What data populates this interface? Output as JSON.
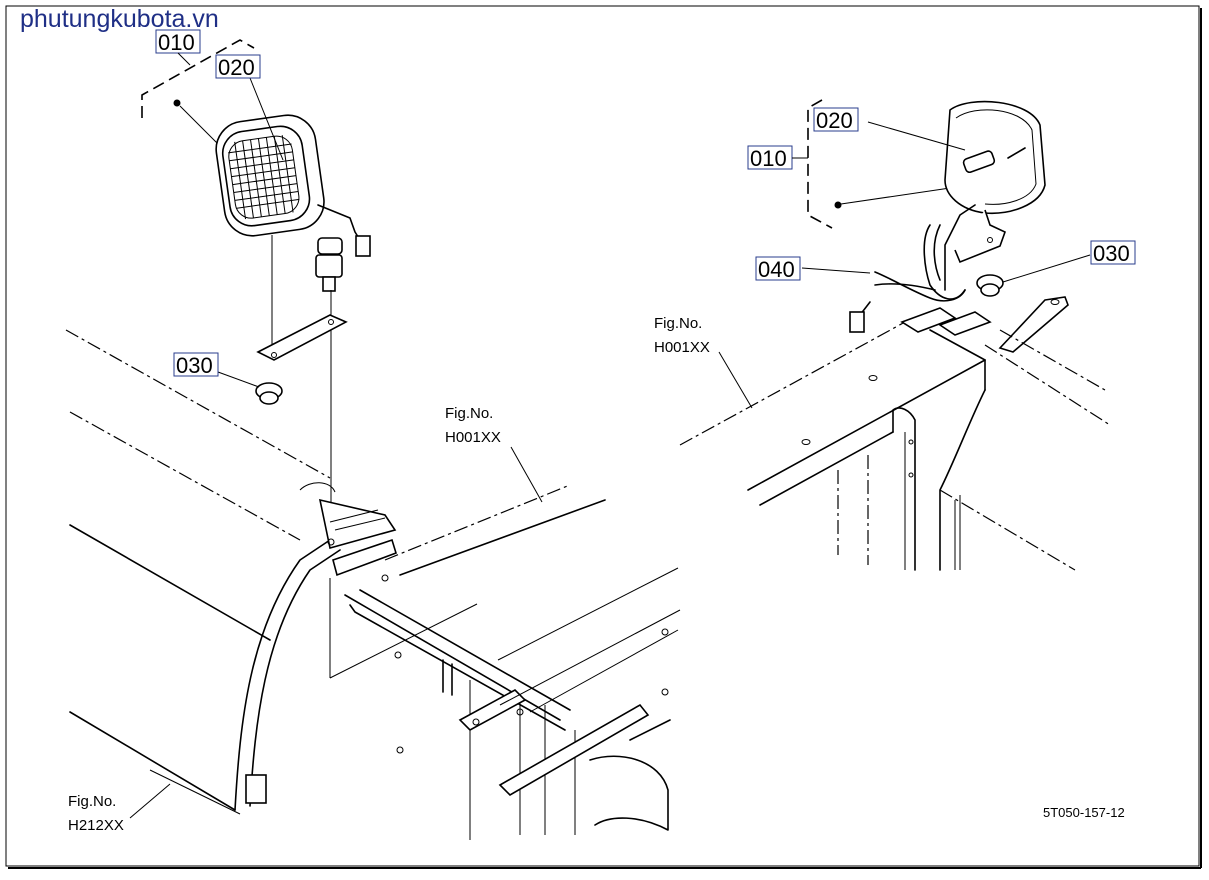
{
  "watermark": "phutungkubota.vn",
  "drawing_number": "5T050-157-12",
  "callouts": {
    "left_010": "010",
    "left_020": "020",
    "left_030": "030",
    "right_020": "020",
    "right_010": "010",
    "right_040": "040",
    "right_030": "030"
  },
  "figure_refs": {
    "left_mid": {
      "line1": "Fig.No.",
      "line2": "H001XX"
    },
    "left_bottom": {
      "line1": "Fig.No.",
      "line2": "H212XX"
    },
    "right": {
      "line1": "Fig.No.",
      "line2": "H001XX"
    }
  }
}
